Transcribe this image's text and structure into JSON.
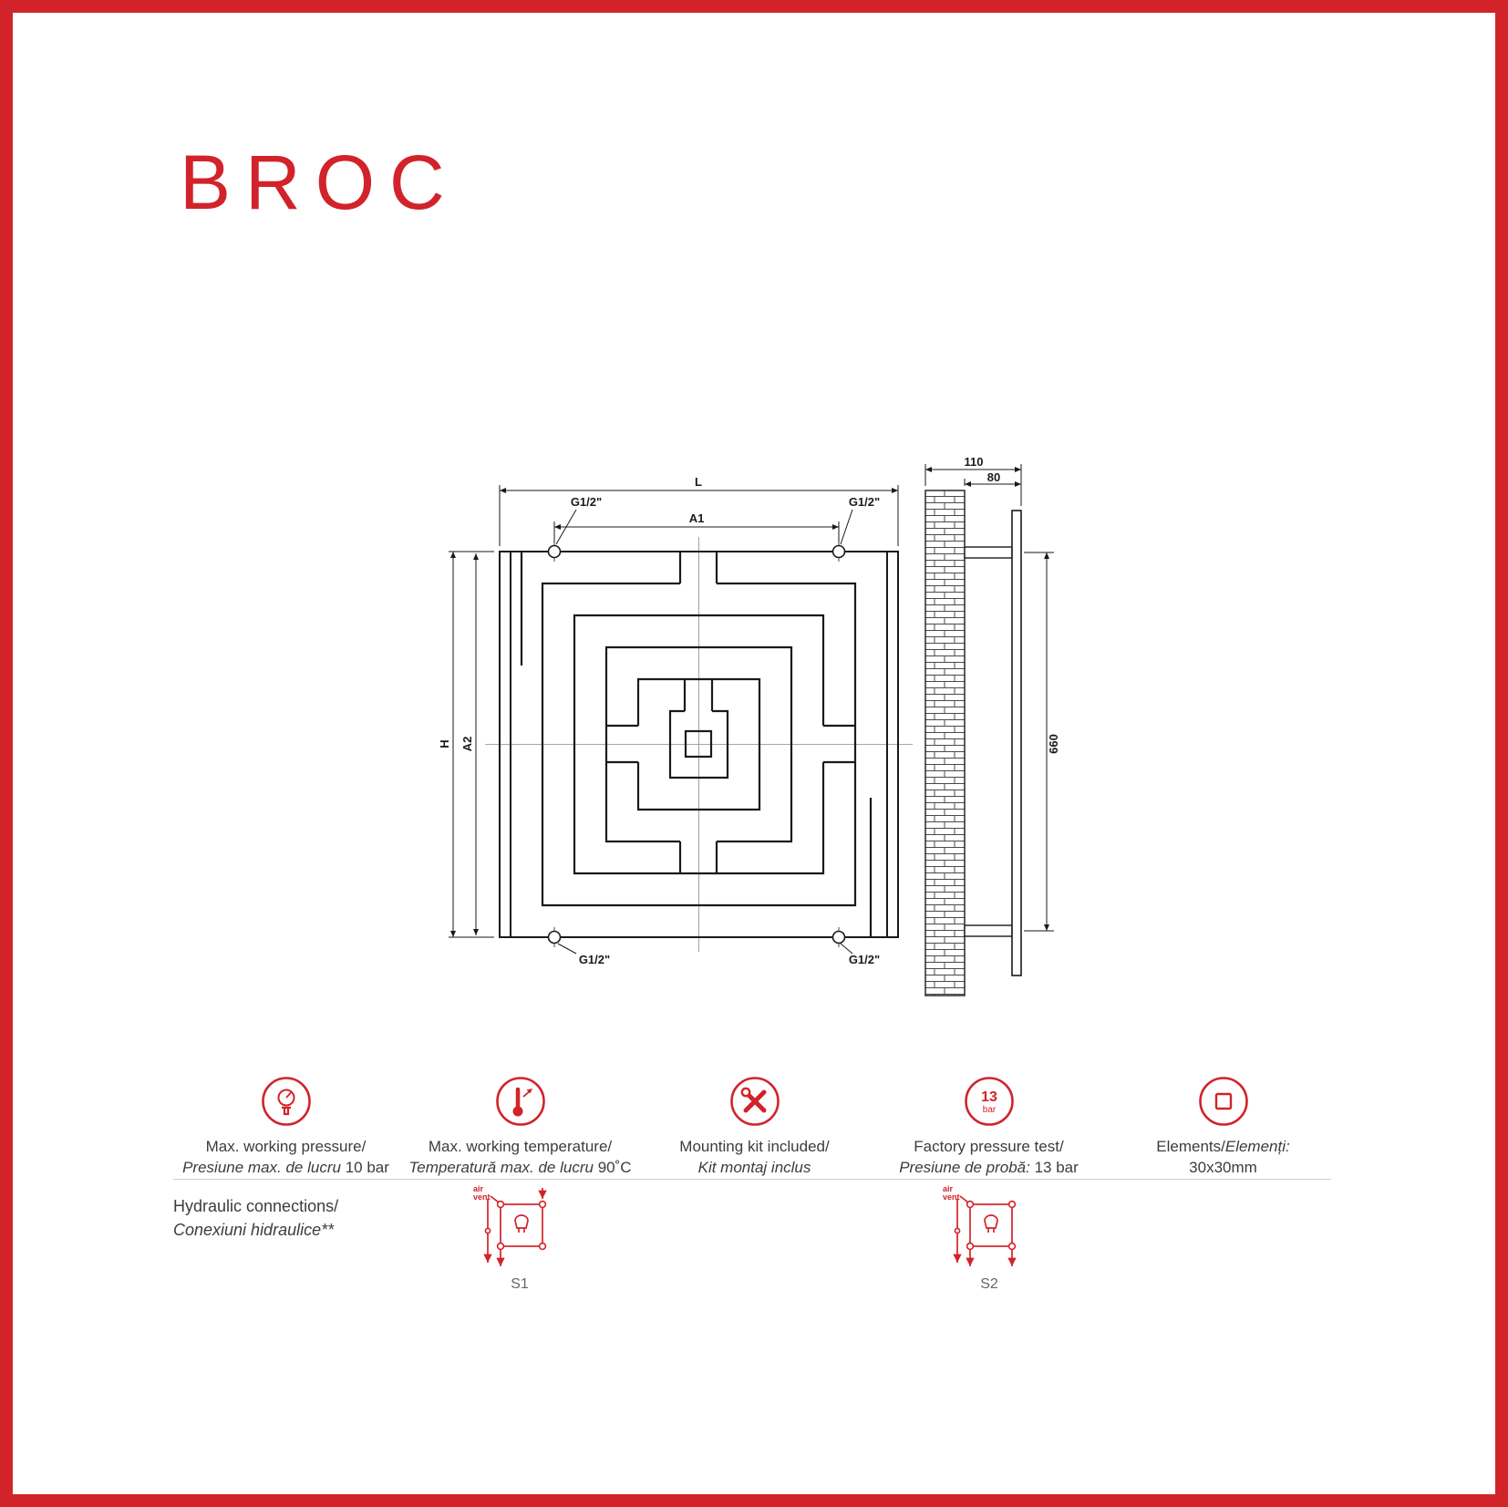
{
  "page": {
    "title": "BROC",
    "accent_color": "#d2232a"
  },
  "drawing": {
    "dim_L": "L",
    "dim_A1": "A1",
    "dim_H": "H",
    "dim_A2": "A2",
    "conn_tl": "G1/2\"",
    "conn_tr": "G1/2\"",
    "conn_bl": "G1/2\"",
    "conn_br": "G1/2\"",
    "depth_total": "110",
    "depth_wall": "80",
    "bracket_spacing": "660"
  },
  "specs": [
    {
      "l1": "Max. working pressure/",
      "l2_italic": "Presiune max. de lucru",
      "l2_rest": " 10 bar"
    },
    {
      "l1": "Max. working temperature/",
      "l2_italic": "Temperatură max. de lucru",
      "l2_rest": " 90˚C"
    },
    {
      "l1": "Mounting kit included/",
      "l2_italic": "Kit montaj inclus",
      "l2_rest": ""
    },
    {
      "l1": "Factory pressure test/",
      "l2_italic": "Presiune de probă:",
      "l2_rest": " 13 bar"
    },
    {
      "l1": "Elements/",
      "l1_italic": "Elemenți:",
      "l2_italic": "",
      "l2_rest": "30x30mm"
    }
  ],
  "icons": {
    "pressure_test_value": "13",
    "pressure_test_unit": "bar"
  },
  "hydraulic": {
    "title_l1": "Hydraulic connections/",
    "title_l2": "Conexiuni hidraulice**",
    "air_vent_1": "air",
    "air_vent_2": "vent",
    "s1": "S1",
    "s2": "S2"
  }
}
